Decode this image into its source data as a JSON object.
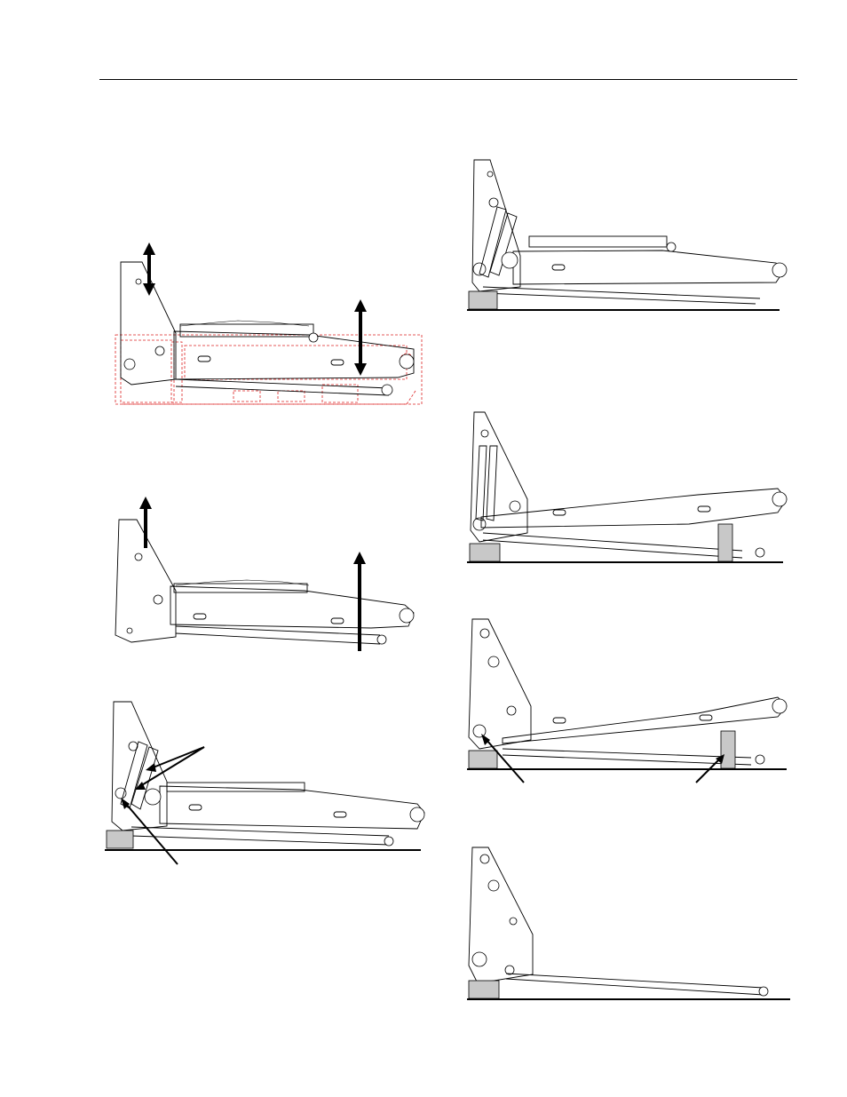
{
  "page": {
    "figures": [
      {
        "name": "boom-lift-with-arrows",
        "view": "side"
      },
      {
        "name": "boom-raise-arrows",
        "view": "side"
      },
      {
        "name": "cylinder-pointers",
        "view": "side"
      },
      {
        "name": "boom-on-block",
        "view": "side"
      },
      {
        "name": "boom-on-support",
        "view": "side"
      },
      {
        "name": "pivot-pin-and-support-pointers",
        "view": "side"
      },
      {
        "name": "link-only",
        "view": "side"
      }
    ],
    "colors": {
      "line": "#000000",
      "ghost_outline": "#dd2222",
      "block_fill": "#c8c8c8"
    }
  }
}
